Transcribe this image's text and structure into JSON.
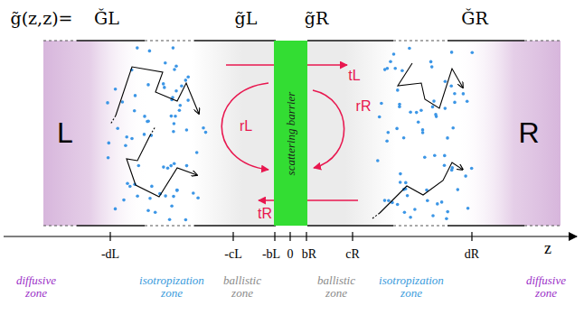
{
  "diagram": {
    "nodes": [
      {
        "text": [
          "scattering barrier"
        ]
      }
    ],
    "labels": [
      "g̃(z,z)=",
      "ǦL",
      "g̃L",
      "g̃R",
      "ǦR",
      "L",
      "R",
      "tL",
      "rL",
      "rR",
      "tR",
      "-dL",
      "-cL",
      "-bL",
      "0",
      "bR",
      "cR",
      "dR",
      "z",
      "diffusive zone",
      "isotropization zone",
      "ballistic zone",
      "ballistic zone",
      "isotropization zone",
      "diffusive zone"
    ]
  }
}
